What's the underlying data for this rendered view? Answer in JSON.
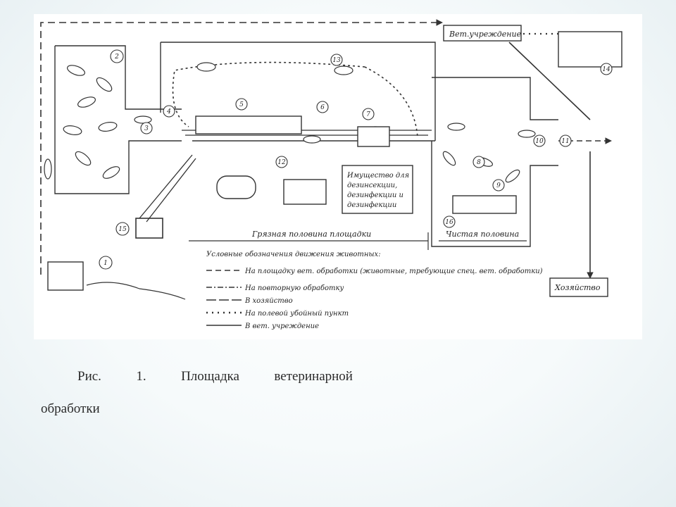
{
  "caption": {
    "fig": "Рис.",
    "num": "1.",
    "word1": "Площадка",
    "word2": "ветеринарной",
    "line2": "обработки"
  },
  "diagram": {
    "labels": {
      "vet_institution": "Вет.учреждение",
      "household": "Хозяйство",
      "dirty_half": "Грязная половина площадки",
      "clean_half": "Чистая половина",
      "equipment": [
        "Имущество для",
        "дезинсекции,",
        "дезинфекции и",
        "дезинфекции"
      ]
    },
    "legend": {
      "title": "Условные обозначения движения животных:",
      "items": [
        {
          "style": "dash",
          "text": "На площадку вет. обработки (животные, требующие спец. вет. обработки)"
        },
        {
          "style": "dashdot",
          "text": "На повторную обработку"
        },
        {
          "style": "long-dash",
          "text": "В хозяйство"
        },
        {
          "style": "plus",
          "text": "На полевой убойный пункт"
        },
        {
          "style": "solid",
          "text": "В вет. учреждение"
        }
      ]
    },
    "markers": [
      "1",
      "2",
      "3",
      "4",
      "5",
      "6",
      "7",
      "8",
      "9",
      "10",
      "11",
      "12",
      "13",
      "14",
      "15",
      "16"
    ]
  }
}
